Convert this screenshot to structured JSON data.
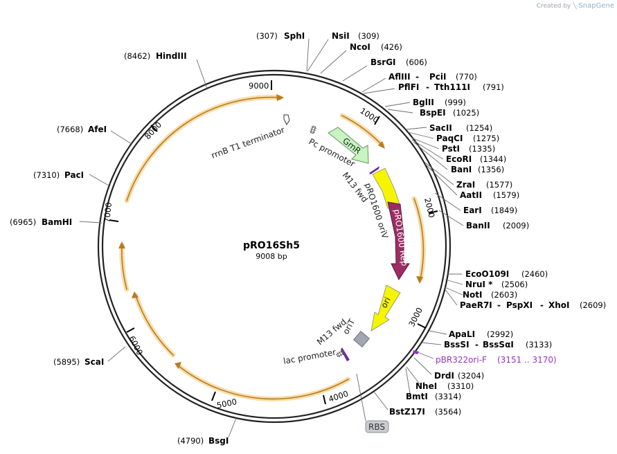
{
  "credit": {
    "prefix": "Created by",
    "brand": "SnapGene"
  },
  "plasmid": {
    "name": "pRO16Sh5",
    "length_label": "9008 bp"
  },
  "ticks": [
    "1000",
    "2000",
    "3000",
    "4000",
    "5000",
    "6000",
    "7000",
    "8000",
    "9000"
  ],
  "sites": [
    {
      "name": "SphI",
      "pos": "(307)"
    },
    {
      "name": "NsiI",
      "pos": "(309)"
    },
    {
      "name": "NcoI",
      "pos": "(426)"
    },
    {
      "name": "BsrGI",
      "pos": "(606)"
    },
    {
      "name": "AflIII",
      "name2": "PciI",
      "pos": "(770)"
    },
    {
      "name": "PflFI",
      "name2": "Tth111I",
      "pos": "(791)"
    },
    {
      "name": "BglII",
      "pos": "(999)"
    },
    {
      "name": "BspEI",
      "pos": "(1025)"
    },
    {
      "name": "SacII",
      "pos": "(1254)"
    },
    {
      "name": "PaqCI",
      "pos": "(1275)"
    },
    {
      "name": "PstI",
      "pos": "(1335)"
    },
    {
      "name": "EcoRI",
      "pos": "(1344)"
    },
    {
      "name": "BanI",
      "pos": "(1356)"
    },
    {
      "name": "ZraI",
      "pos": "(1577)"
    },
    {
      "name": "AatII",
      "pos": "(1579)"
    },
    {
      "name": "EarI",
      "pos": "(1849)"
    },
    {
      "name": "BanII",
      "pos": "(2009)"
    },
    {
      "name": "EcoO109I",
      "pos": "(2460)"
    },
    {
      "name": "NruI *",
      "pos": "(2506)"
    },
    {
      "name": "NotI",
      "pos": "(2603)"
    },
    {
      "name": "PaeR7I",
      "name2": "PspXI",
      "name3": "XhoI",
      "pos": "(2609)"
    },
    {
      "name": "ApaLI",
      "pos": "(2992)"
    },
    {
      "name": "BssSI",
      "name2": "BssSαI",
      "pos": "(3133)"
    },
    {
      "name": "DrdI",
      "pos": "(3204)"
    },
    {
      "name": "NheI",
      "pos": "(3310)"
    },
    {
      "name": "BmtI",
      "pos": "(3314)"
    },
    {
      "name": "BstZ17I",
      "pos": "(3564)"
    },
    {
      "name": "BsgI",
      "pos": "(4790)"
    },
    {
      "name": "ScaI",
      "pos": "(5895)"
    },
    {
      "name": "BamHI",
      "pos": "(6965)"
    },
    {
      "name": "PacI",
      "pos": "(7310)"
    },
    {
      "name": "AfeI",
      "pos": "(7668)"
    },
    {
      "name": "HindIII",
      "pos": "(8462)"
    }
  ],
  "primer": {
    "name": "pBR322ori-F",
    "range": "(3151 .. 3170)"
  },
  "features": {
    "gmr": "GmR",
    "rep": "pRO1600 Rep",
    "ori": "ori",
    "orit": "oriT",
    "pc_promoter": "Pc promoter",
    "rrnb": "rrnB T1 terminator",
    "m13_fwd_top": "M13 fwd",
    "pro1600_oriv": "pRO1600 oriV",
    "m13_fwd_bottom": "M13 fwd",
    "lac_promoter": "lac promoter",
    "rbs": "RBS"
  },
  "colors": {
    "backbone": "#222222",
    "orf_arrow": "#e0a030",
    "gmr_fill": "#c6f5c0",
    "rep_fill": "#9b2d64",
    "ori_fill": "#f5f500",
    "orit_fill": "#a0a7b0",
    "primer": "#9b30c8",
    "rbs_fill": "#c8ccd2"
  }
}
